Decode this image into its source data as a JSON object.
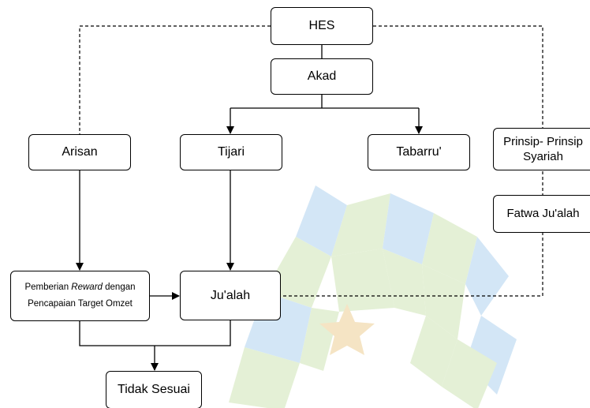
{
  "diagram": {
    "nodes": {
      "hes": "HES",
      "akad": "Akad",
      "arisan": "Arisan",
      "tijari": "Tijari",
      "tabarru": "Tabarru'",
      "prinsip": "Prinsip- Prinsip Syariah",
      "fatwa": "Fatwa Ju'alah",
      "pemberian": {
        "prefix": "Pemberian ",
        "emphasis": "Reward",
        "suffix": " dengan Pencapaian Target Omzet"
      },
      "jualah": "Ju'alah",
      "tidak_sesuai": "Tidak Sesuai"
    },
    "edges": [
      {
        "from": "hes",
        "to": "akad",
        "style": "solid"
      },
      {
        "from": "akad",
        "to": "tijari",
        "style": "solid-arrow"
      },
      {
        "from": "akad",
        "to": "tabarru",
        "style": "solid-arrow"
      },
      {
        "from": "hes",
        "to": "arisan",
        "style": "dashed"
      },
      {
        "from": "hes",
        "to": "jualah",
        "style": "dashed"
      },
      {
        "from": "arisan",
        "to": "pemberian",
        "style": "solid-arrow"
      },
      {
        "from": "tijari",
        "to": "jualah",
        "style": "solid-arrow"
      },
      {
        "from": "pemberian",
        "to": "jualah",
        "style": "solid-arrow"
      },
      {
        "from": "pemberian",
        "to": "tidak_sesuai",
        "style": "solid-arrow"
      },
      {
        "from": "jualah",
        "to": "tidak_sesuai",
        "style": "solid-arrow"
      }
    ],
    "colors": {
      "line": "#000000",
      "watermark_blue": "#d3e6f6",
      "watermark_green": "#e4f0d6",
      "watermark_star": "#f5e4c4"
    }
  }
}
